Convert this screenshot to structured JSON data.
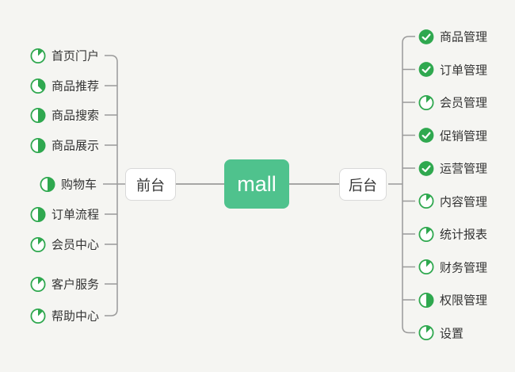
{
  "canvas": {
    "background": "#f5f5f2"
  },
  "colors": {
    "root_node_green": "#4fc28d",
    "root_text": "#ffffff",
    "icon_green": "#2fa84f",
    "line_gray": "#9a9a9a",
    "text_dark": "#333333",
    "branch_bg": "#ffffff",
    "branch_border": "#d9d9d9"
  },
  "root": {
    "label": "mall"
  },
  "branches": [
    {
      "label": "前台",
      "side": "left",
      "items": [
        {
          "label": "首页门户",
          "icon": "progress-icon",
          "progress": 0.125
        },
        {
          "label": "商品推荐",
          "icon": "progress-icon",
          "progress": 0.375
        },
        {
          "label": "商品搜索",
          "icon": "progress-icon",
          "progress": 0.5
        },
        {
          "label": "商品展示",
          "icon": "progress-icon",
          "progress": 0.5
        },
        {
          "label": "购物车",
          "icon": "progress-icon",
          "progress": 0.5
        },
        {
          "label": "订单流程",
          "icon": "progress-icon",
          "progress": 0.5
        },
        {
          "label": "会员中心",
          "icon": "progress-icon",
          "progress": 0.125
        },
        {
          "label": "客户服务",
          "icon": "progress-icon",
          "progress": 0.125
        },
        {
          "label": "帮助中心",
          "icon": "progress-icon",
          "progress": 0.125
        }
      ]
    },
    {
      "label": "后台",
      "side": "right",
      "items": [
        {
          "label": "商品管理",
          "icon": "check-icon",
          "progress": 1
        },
        {
          "label": "订单管理",
          "icon": "check-icon",
          "progress": 1
        },
        {
          "label": "会员管理",
          "icon": "progress-icon",
          "progress": 0.125
        },
        {
          "label": "促销管理",
          "icon": "check-icon",
          "progress": 1
        },
        {
          "label": "运营管理",
          "icon": "check-icon",
          "progress": 1
        },
        {
          "label": "内容管理",
          "icon": "progress-icon",
          "progress": 0.125
        },
        {
          "label": "统计报表",
          "icon": "progress-icon",
          "progress": 0.125
        },
        {
          "label": "财务管理",
          "icon": "progress-icon",
          "progress": 0.125
        },
        {
          "label": "权限管理",
          "icon": "progress-icon",
          "progress": 0.5
        },
        {
          "label": "设置",
          "icon": "progress-icon",
          "progress": 0.125
        }
      ]
    }
  ]
}
